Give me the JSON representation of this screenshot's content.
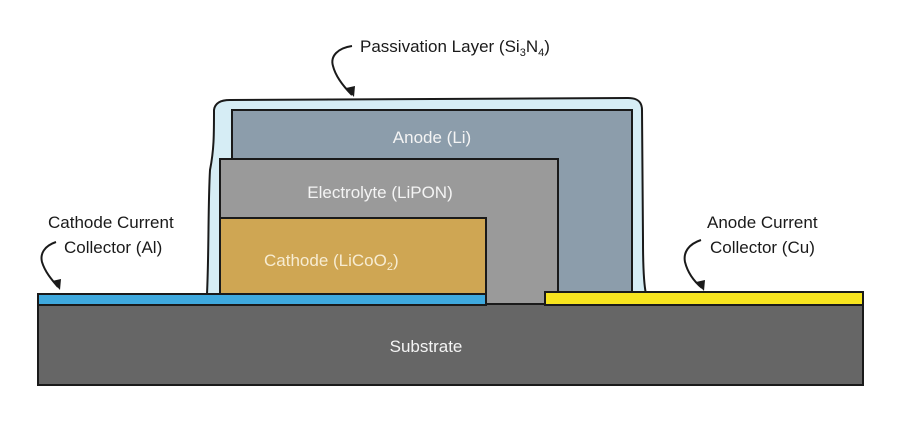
{
  "diagram": {
    "title": "Thin-film lithium battery cross-section",
    "layers": {
      "passivation": {
        "label": "Passivation Layer (Si",
        "sub1": "3",
        "mid": "N",
        "sub2": "4",
        "end": ")",
        "color": "#d6edf5"
      },
      "anode": {
        "label": "Anode (Li)",
        "color": "#8c9dab"
      },
      "electrolyte": {
        "label": "Electrolyte (LiPON)",
        "color": "#9a9a9a"
      },
      "cathode": {
        "label": "Cathode (LiCoO",
        "sub": "2",
        "end": ")",
        "color": "#cfa653"
      },
      "cathode_collector": {
        "line1": "Cathode Current",
        "line2": "Collector (Al)",
        "color": "#3fa9de"
      },
      "anode_collector": {
        "line1": "Anode Current",
        "line2": "Collector (Cu)",
        "color": "#f7e41f"
      },
      "substrate": {
        "label": "Substrate",
        "color": "#666666"
      }
    },
    "outline_color": "#1a1a1a"
  }
}
